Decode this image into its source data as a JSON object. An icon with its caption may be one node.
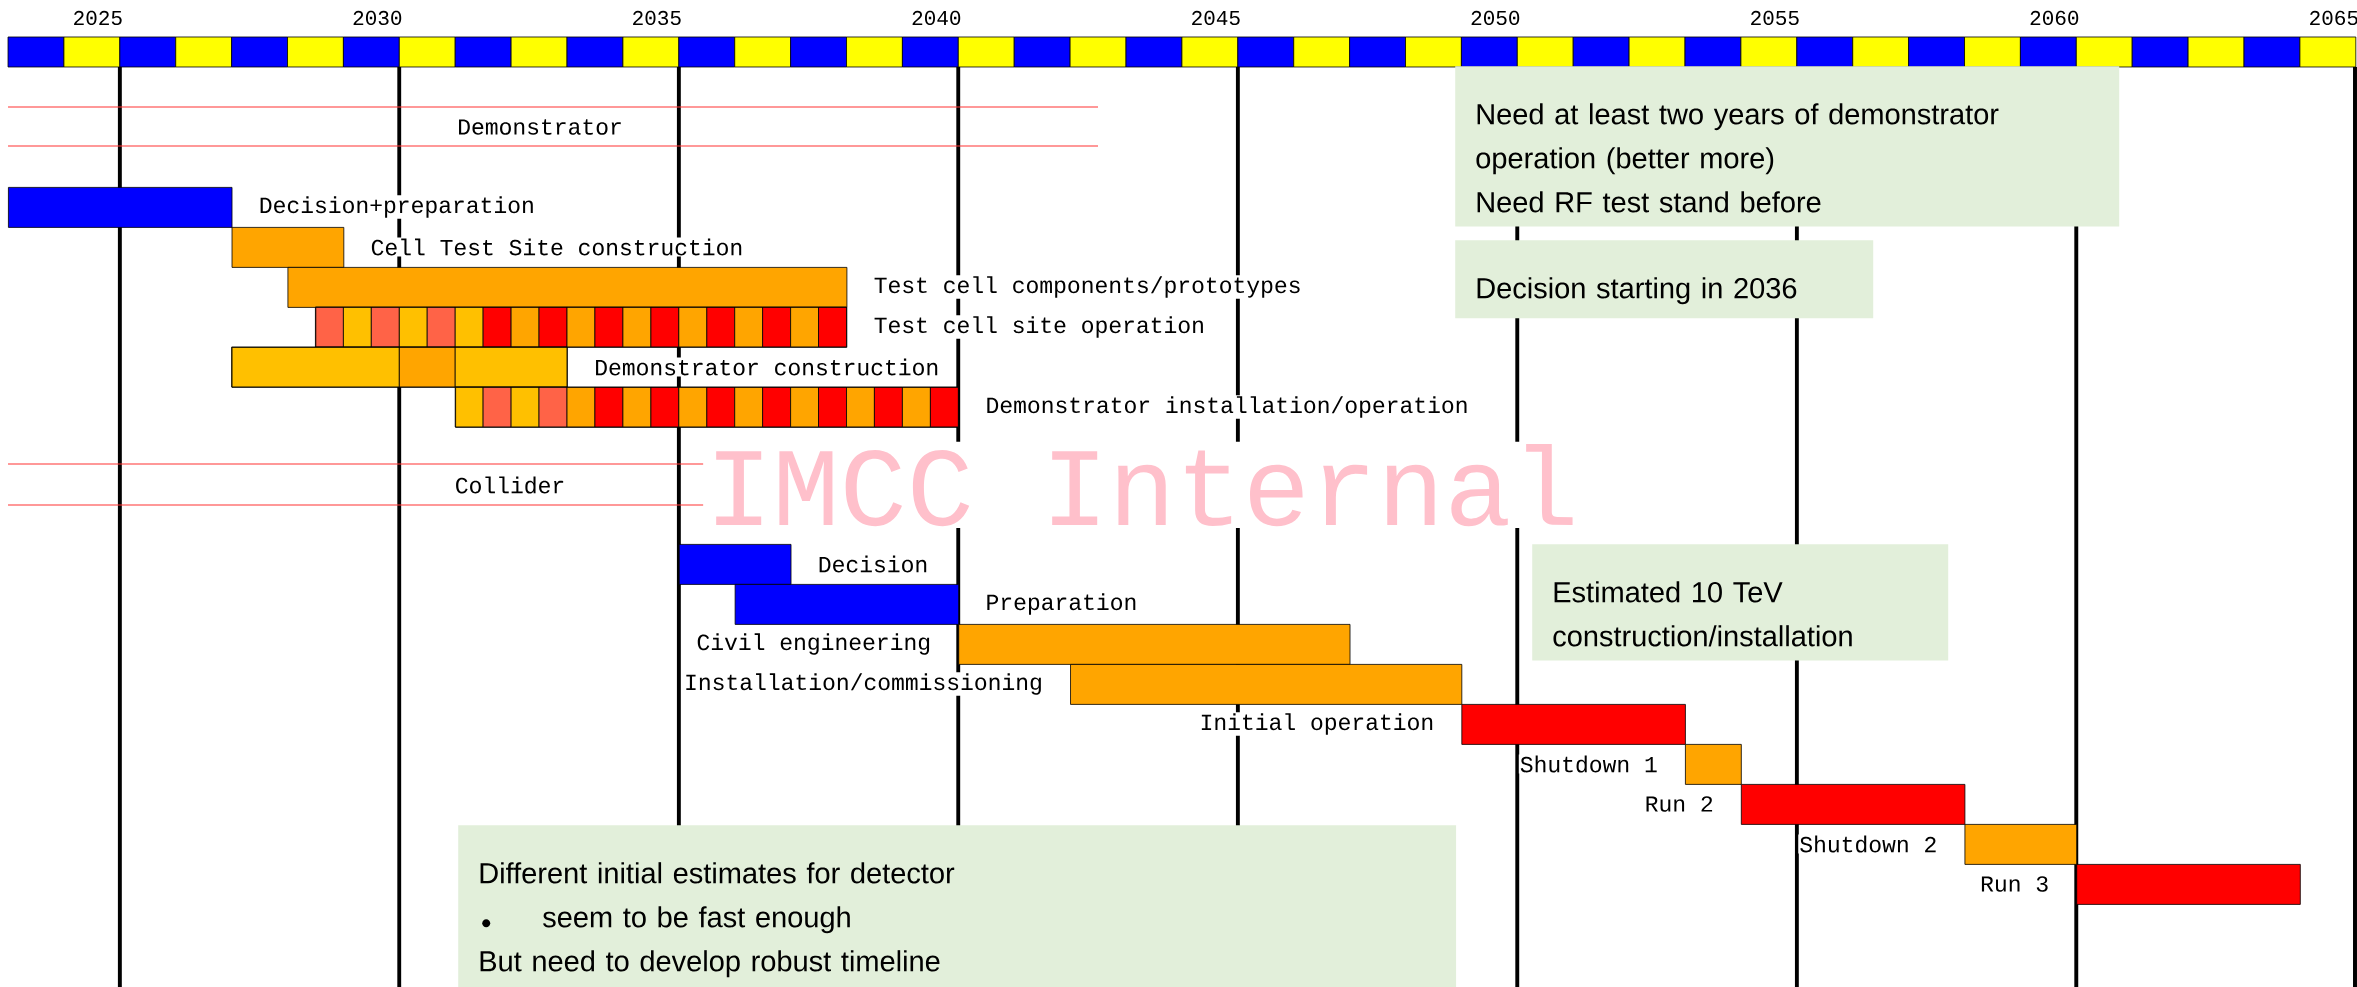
{
  "diagram": {
    "nodes": [
      {
        "text": [],
        "shape": "bar"
      },
      {
        "text": [],
        "shape": "bar"
      },
      {
        "text": [],
        "shape": "bar"
      },
      {
        "text": [],
        "shape": "bar"
      },
      {
        "text": [],
        "shape": "bar"
      },
      {
        "text": [],
        "shape": "bar"
      },
      {
        "text": [],
        "shape": "bar"
      },
      {
        "text": [],
        "shape": "bar"
      },
      {
        "text": [],
        "shape": "bar"
      },
      {
        "text": [],
        "shape": "bar"
      },
      {
        "text": [],
        "shape": "bar"
      },
      {
        "text": [],
        "shape": "bar"
      },
      {
        "text": [],
        "shape": "bar"
      },
      {
        "text": [],
        "shape": "bar"
      },
      {
        "text": [],
        "shape": "bar"
      },
      {
        "text": [
          "Need at least two years of demonstrator operation (better more)",
          "Need RF test stand before"
        ]
      },
      {
        "text": [
          "Decision starting in 2036"
        ]
      },
      {
        "text": [
          "Estimated 10 TeV construction/installation"
        ]
      },
      {
        "text": [
          "Different initial estimates for detector",
          "seem to be fast enough",
          "But need to develop robust timeline"
        ]
      }
    ],
    "labels": [
      "2025",
      "2030",
      "2035",
      "2040",
      "2045",
      "2050",
      "2055",
      "2060",
      "2065",
      "Demonstrator",
      "Decision+preparation",
      "Cell Test Site construction",
      "Test cell components/prototypes",
      "Test cell site operation",
      "Demonstrator construction",
      "Demonstrator installation/operation",
      "Collider",
      "Decision",
      "Preparation",
      "Civil engineering",
      "Installation/commissioning",
      "Initial operation",
      "Shutdown 1",
      "Run 2",
      "Shutdown 2",
      "Run 3",
      "IMCC Internal"
    ]
  }
}
